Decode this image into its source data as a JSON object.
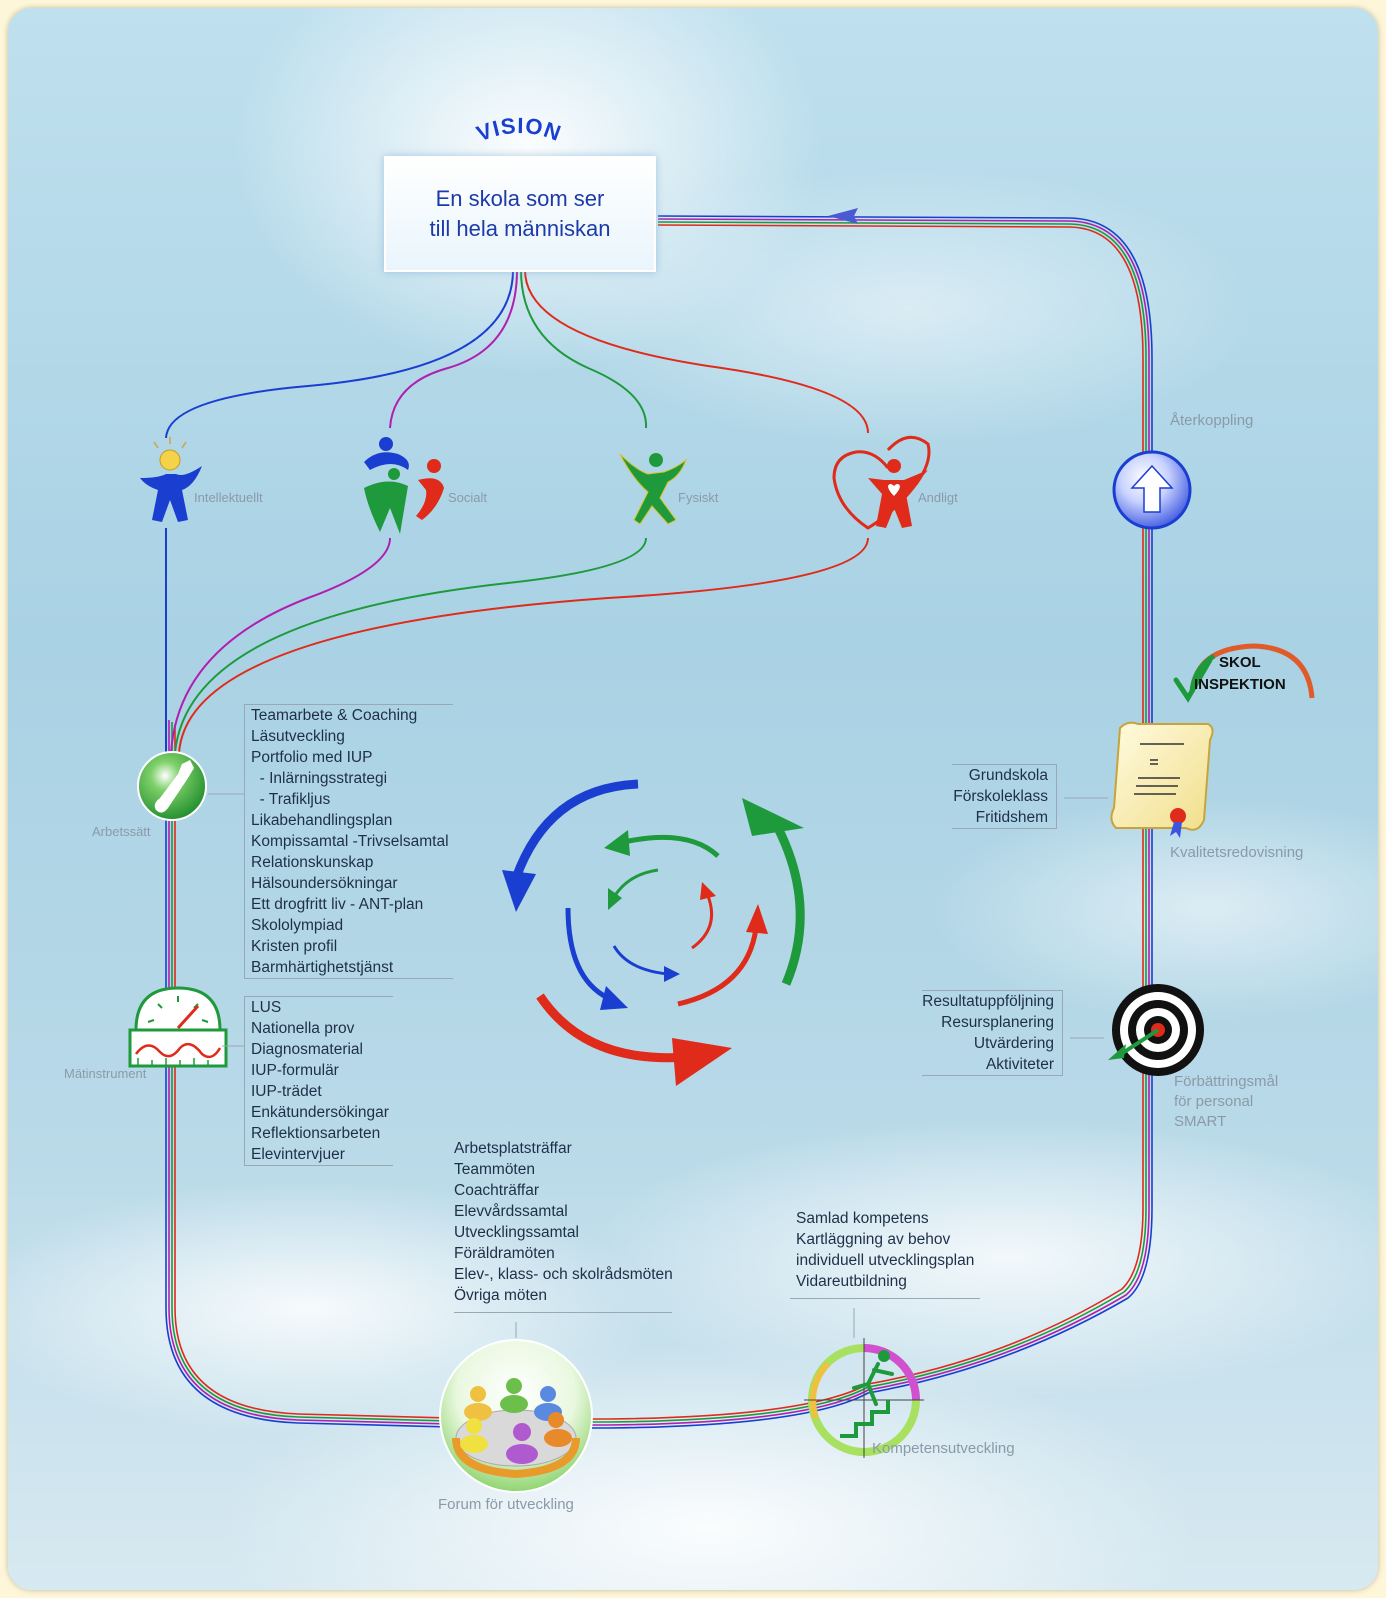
{
  "vision": {
    "heading": "VISION",
    "line1": "En skola som ser",
    "line2": "till hela människan"
  },
  "dimensions": [
    {
      "label": "Intellektuellt",
      "color": "#1a3fd0"
    },
    {
      "label": "Socialt",
      "color": "#b01fb0"
    },
    {
      "label": "Fysiskt",
      "color": "#1e9a3c"
    },
    {
      "label": "Andligt",
      "color": "#e02a1a"
    }
  ],
  "nodes": {
    "arbetssatt": "Arbetssätt",
    "matinstrument": "Mätinstrument",
    "forum": "Forum för utveckling",
    "kompetens": "Kompetensutveckling",
    "forbattring": [
      "Förbättringsmål",
      "för personal",
      "SMART"
    ],
    "kvalitet": "Kvalitetsredovisning",
    "aterkoppling": "Återkoppling",
    "skolinspektion": [
      "SKOL",
      "INSPEKTION"
    ]
  },
  "lists": {
    "arbetssatt": [
      "Teamarbete & Coaching",
      "Läsutveckling",
      "Portfolio med IUP",
      "  - Inlärningsstrategi",
      "  - Trafikljus",
      "Likabehandlingsplan",
      "Kompissamtal -Trivselsamtal",
      "Relationskunskap",
      "Hälsoundersökningar",
      "Ett drogfritt liv - ANT-plan",
      "Skololympiad",
      "Kristen profil",
      "Barmhärtighetstjänst"
    ],
    "matinstrument": [
      "LUS",
      "Nationella prov",
      "Diagnosmaterial",
      "IUP-formulär",
      "IUP-trädet",
      "Enkätundersökingar",
      "Reflektionsarbeten",
      "Elevintervjuer"
    ],
    "forum": [
      "Arbetsplatsträffar",
      "Teammöten",
      "Coachträffar",
      "Elevvårdssamtal",
      "Utvecklingssamtal",
      "Föräldramöten",
      "Elev-, klass- och skolrådsmöten",
      "Övriga möten"
    ],
    "kompetens": [
      "Samlad kompetens",
      "Kartläggning av behov",
      "individuell utvecklingsplan",
      "Vidareutbildning"
    ],
    "forbattring": [
      "Resultatuppföljning",
      "Resursplanering",
      "Utvärdering",
      "Aktiviteter"
    ],
    "kvalitet": [
      "Grundskola",
      "Förskoleklass",
      "Fritidshem"
    ]
  },
  "colors": {
    "blue": "#1a3fd0",
    "purple": "#b01fb0",
    "green": "#1e9a3c",
    "red": "#e02a1a"
  }
}
